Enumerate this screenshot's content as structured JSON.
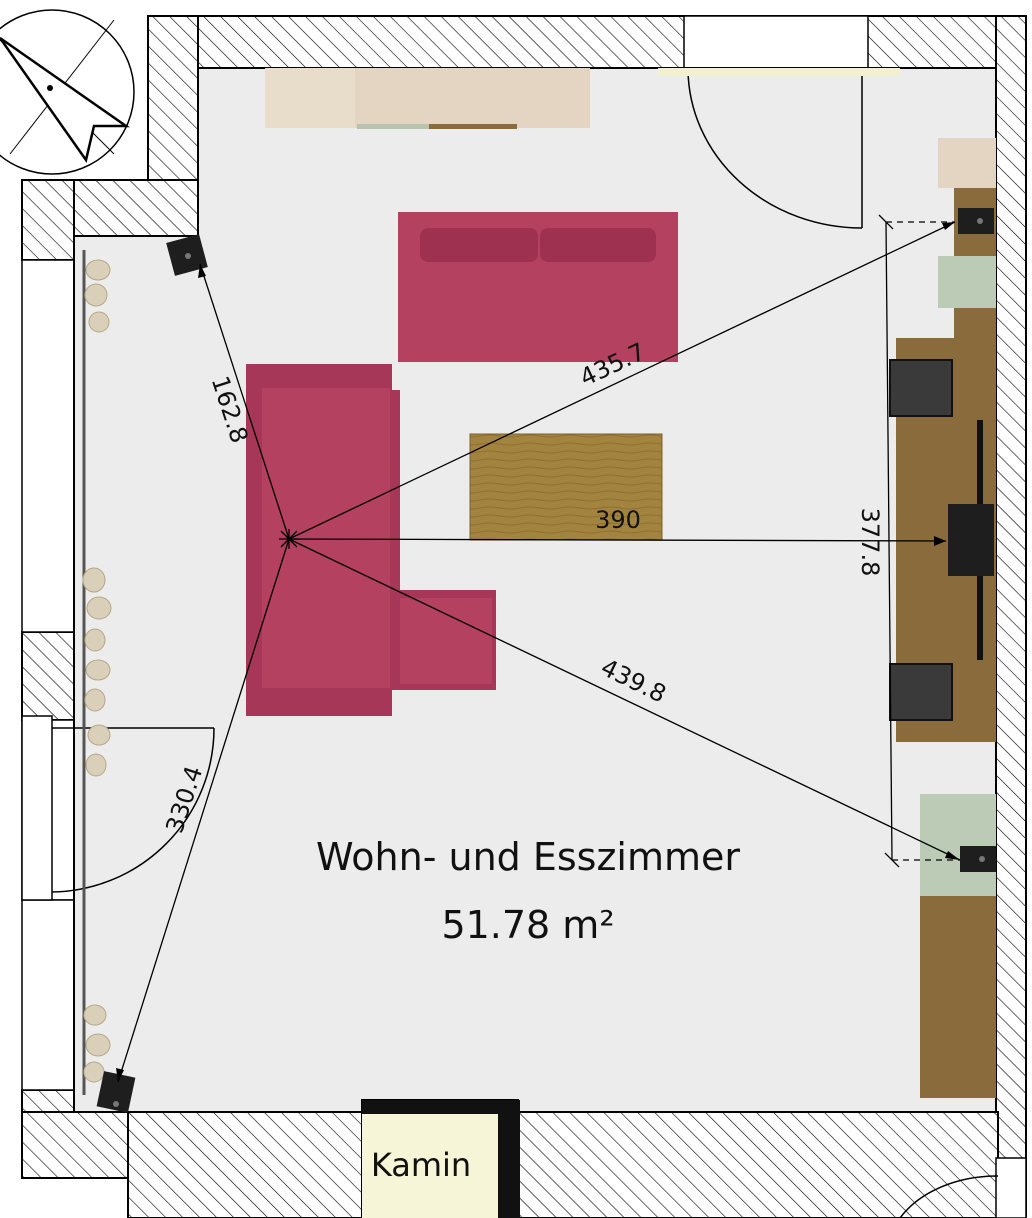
{
  "room": {
    "name": "Wohn- und Esszimmer",
    "area": "51.78 m²"
  },
  "fireplace": {
    "label": "Kamin"
  },
  "measurements": [
    {
      "id": "front-left",
      "value": "162.8"
    },
    {
      "id": "front-right",
      "value": "435.7"
    },
    {
      "id": "center",
      "value": "390"
    },
    {
      "id": "side-wall",
      "value": "377.8"
    },
    {
      "id": "rear-right",
      "value": "439.8"
    },
    {
      "id": "rear-left",
      "value": "330.4"
    }
  ],
  "colors": {
    "floor": "#ececec",
    "sofa": "#b4415f",
    "sofa_dark": "#9e3150",
    "wood": "#8a6b3c",
    "coffee_table": "#a3843f",
    "wall_hatch": "#000000"
  },
  "icons": [
    "compass-icon",
    "speaker-icon"
  ]
}
